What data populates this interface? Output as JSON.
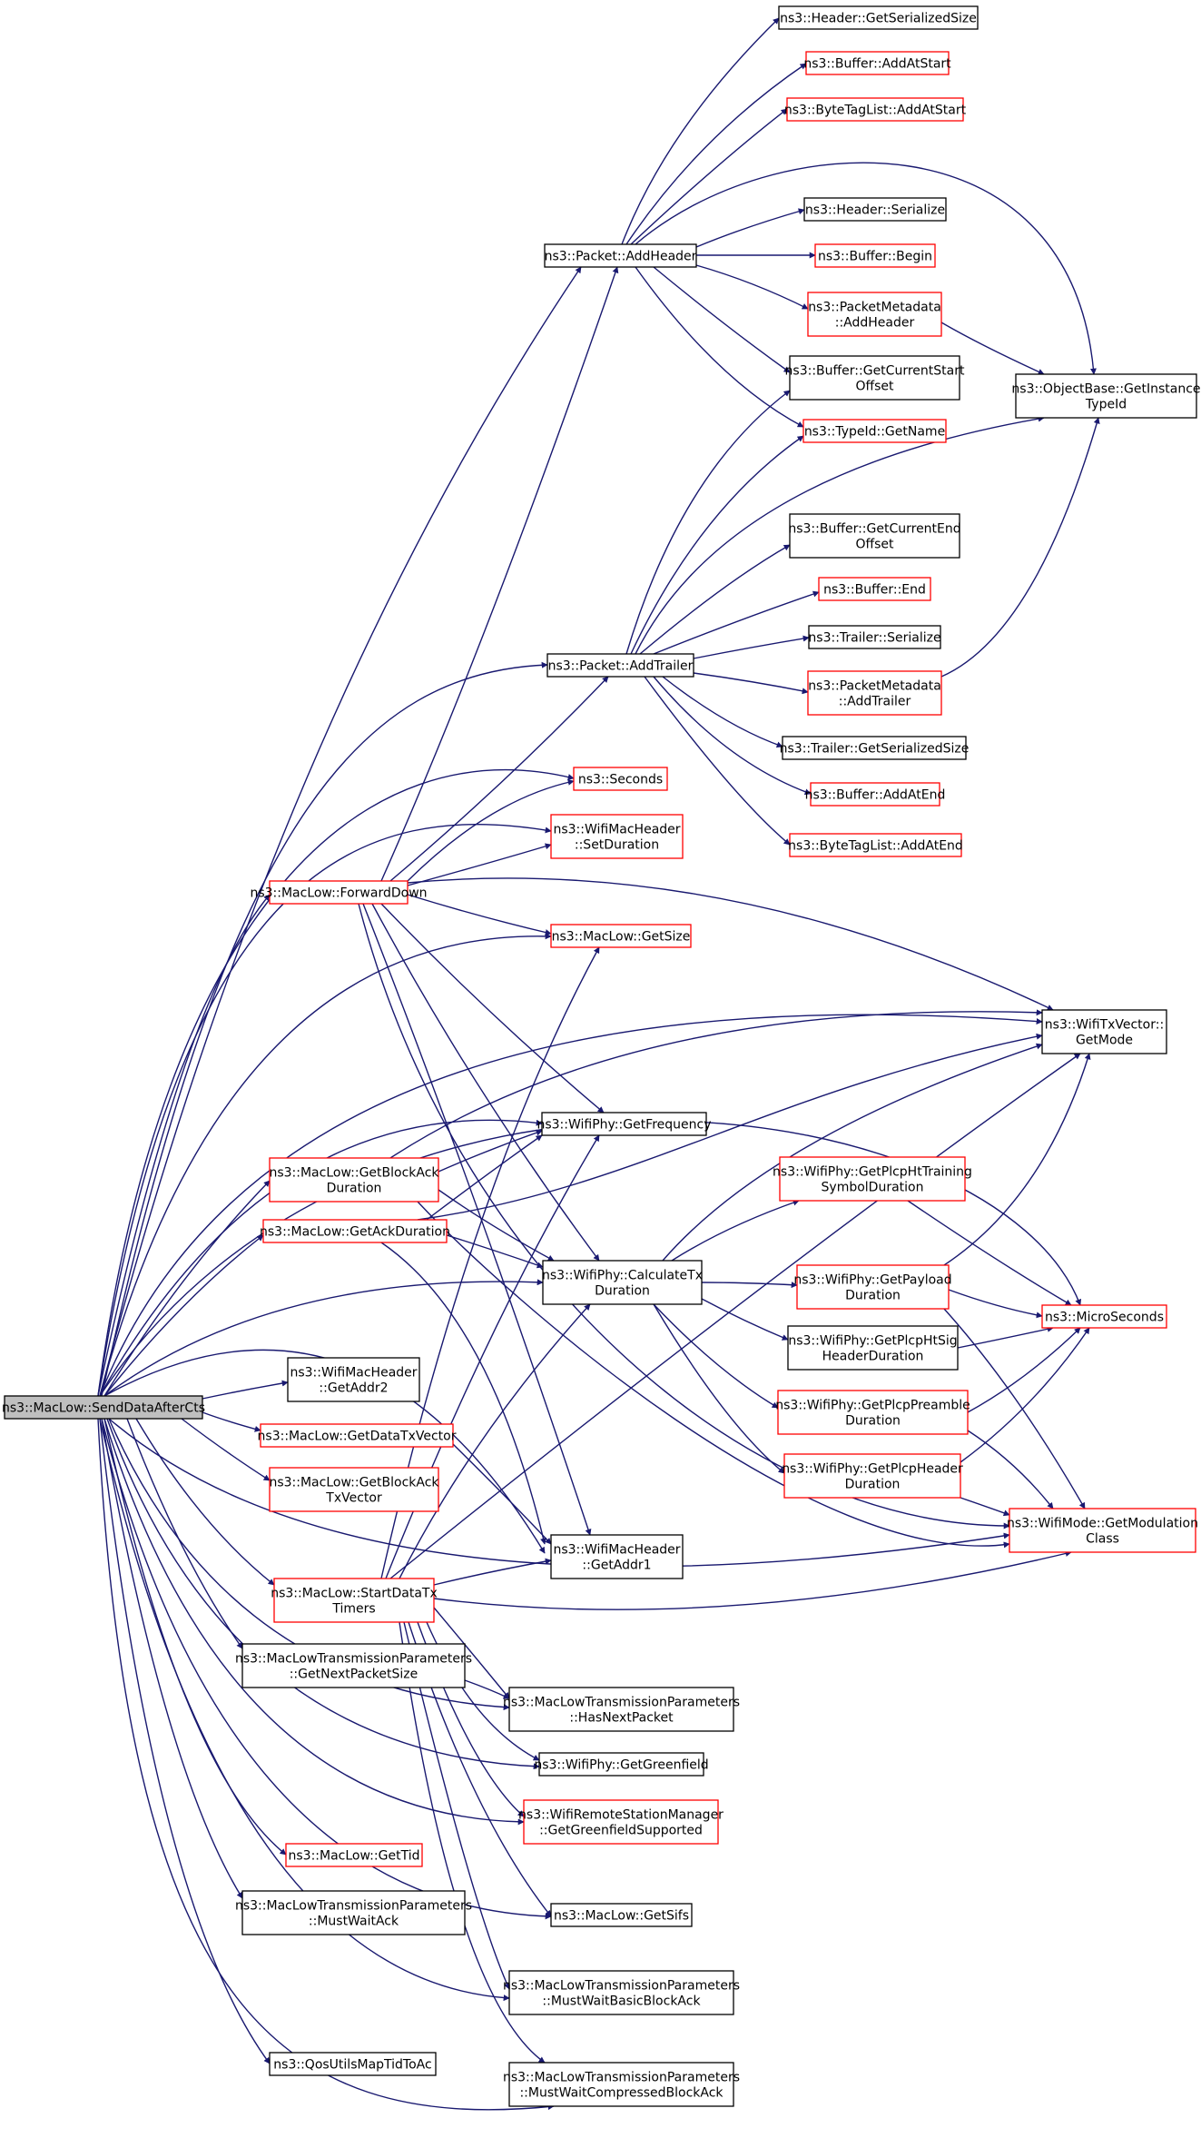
{
  "colors": {
    "edge": "#191970",
    "node_border_documented": "#000000",
    "node_border_undocumented": "#ff0000",
    "root_fill": "#bfbfbf",
    "node_fill": "#ffffff"
  },
  "nodes": {
    "root": {
      "lines": [
        "ns3::MacLow::SendDataAfterCts"
      ],
      "kind": "root"
    },
    "hdr_getser": {
      "lines": [
        "ns3::Header::GetSerializedSize"
      ],
      "kind": "black"
    },
    "buf_addstart": {
      "lines": [
        "ns3::Buffer::AddAtStart"
      ],
      "kind": "red"
    },
    "btl_addstart": {
      "lines": [
        "ns3::ByteTagList::AddAtStart"
      ],
      "kind": "red"
    },
    "hdr_ser": {
      "lines": [
        "ns3::Header::Serialize"
      ],
      "kind": "black"
    },
    "pkt_addheader": {
      "lines": [
        "ns3::Packet::AddHeader"
      ],
      "kind": "black"
    },
    "buf_begin": {
      "lines": [
        "ns3::Buffer::Begin"
      ],
      "kind": "red"
    },
    "pm_addheader": {
      "lines": [
        "ns3::PacketMetadata",
        "::AddHeader"
      ],
      "kind": "red"
    },
    "buf_curstart": {
      "lines": [
        "ns3::Buffer::GetCurrentStart",
        "Offset"
      ],
      "kind": "black"
    },
    "ob_getinst": {
      "lines": [
        "ns3::ObjectBase::GetInstance",
        "TypeId"
      ],
      "kind": "black"
    },
    "typeid_getname": {
      "lines": [
        "ns3::TypeId::GetName"
      ],
      "kind": "red"
    },
    "buf_curend": {
      "lines": [
        "ns3::Buffer::GetCurrentEnd",
        "Offset"
      ],
      "kind": "black"
    },
    "buf_end": {
      "lines": [
        "ns3::Buffer::End"
      ],
      "kind": "red"
    },
    "trl_ser": {
      "lines": [
        "ns3::Trailer::Serialize"
      ],
      "kind": "black"
    },
    "pkt_addtrailer": {
      "lines": [
        "ns3::Packet::AddTrailer"
      ],
      "kind": "black"
    },
    "pm_addtrailer": {
      "lines": [
        "ns3::PacketMetadata",
        "::AddTrailer"
      ],
      "kind": "red"
    },
    "trl_getser": {
      "lines": [
        "ns3::Trailer::GetSerializedSize"
      ],
      "kind": "black"
    },
    "buf_addend": {
      "lines": [
        "ns3::Buffer::AddAtEnd"
      ],
      "kind": "red"
    },
    "btl_addend": {
      "lines": [
        "ns3::ByteTagList::AddAtEnd"
      ],
      "kind": "red"
    },
    "seconds": {
      "lines": [
        "ns3::Seconds"
      ],
      "kind": "red"
    },
    "wmh_setdur": {
      "lines": [
        "ns3::WifiMacHeader",
        "::SetDuration"
      ],
      "kind": "red"
    },
    "ml_fwddown": {
      "lines": [
        "ns3::MacLow::ForwardDown"
      ],
      "kind": "red"
    },
    "ml_getsize": {
      "lines": [
        "ns3::MacLow::GetSize"
      ],
      "kind": "red"
    },
    "txv_getmode": {
      "lines": [
        "ns3::WifiTxVector::",
        "GetMode"
      ],
      "kind": "black"
    },
    "phy_getfreq": {
      "lines": [
        "ns3::WifiPhy::GetFrequency"
      ],
      "kind": "black"
    },
    "ml_getbadur": {
      "lines": [
        "ns3::MacLow::GetBlockAck",
        "Duration"
      ],
      "kind": "red"
    },
    "phy_htts": {
      "lines": [
        "ns3::WifiPhy::GetPlcpHtTraining",
        "SymbolDuration"
      ],
      "kind": "red"
    },
    "ml_getackdur": {
      "lines": [
        "ns3::MacLow::GetAckDuration"
      ],
      "kind": "red"
    },
    "phy_calctx": {
      "lines": [
        "ns3::WifiPhy::CalculateTx",
        "Duration"
      ],
      "kind": "black"
    },
    "phy_payload": {
      "lines": [
        "ns3::WifiPhy::GetPayload",
        "Duration"
      ],
      "kind": "red"
    },
    "microseconds": {
      "lines": [
        "ns3::MicroSeconds"
      ],
      "kind": "red"
    },
    "phy_htsig": {
      "lines": [
        "ns3::WifiPhy::GetPlcpHtSig",
        "HeaderDuration"
      ],
      "kind": "black"
    },
    "wmh_getaddr2": {
      "lines": [
        "ns3::WifiMacHeader",
        "::GetAddr2"
      ],
      "kind": "black"
    },
    "phy_preamble": {
      "lines": [
        "ns3::WifiPhy::GetPlcpPreamble",
        "Duration"
      ],
      "kind": "red"
    },
    "ml_getdatatxv": {
      "lines": [
        "ns3::MacLow::GetDataTxVector"
      ],
      "kind": "red"
    },
    "ml_getbatxv": {
      "lines": [
        "ns3::MacLow::GetBlockAck",
        "TxVector"
      ],
      "kind": "red"
    },
    "phy_plcphdr": {
      "lines": [
        "ns3::WifiPhy::GetPlcpHeader",
        "Duration"
      ],
      "kind": "red"
    },
    "wm_getmodcls": {
      "lines": [
        "ns3::WifiMode::GetModulation",
        "Class"
      ],
      "kind": "red"
    },
    "wmh_getaddr1": {
      "lines": [
        "ns3::WifiMacHeader",
        "::GetAddr1"
      ],
      "kind": "black"
    },
    "ml_starttimers": {
      "lines": [
        "ns3::MacLow::StartDataTx",
        "Timers"
      ],
      "kind": "red"
    },
    "mltp_nextsize": {
      "lines": [
        "ns3::MacLowTransmissionParameters",
        "::GetNextPacketSize"
      ],
      "kind": "black"
    },
    "mltp_hasnext": {
      "lines": [
        "ns3::MacLowTransmissionParameters",
        "::HasNextPacket"
      ],
      "kind": "black"
    },
    "phy_greenfield": {
      "lines": [
        "ns3::WifiPhy::GetGreenfield"
      ],
      "kind": "black"
    },
    "rsm_greenfield": {
      "lines": [
        "ns3::WifiRemoteStationManager",
        "::GetGreenfieldSupported"
      ],
      "kind": "red"
    },
    "ml_gettid": {
      "lines": [
        "ns3::MacLow::GetTid"
      ],
      "kind": "red"
    },
    "mltp_waitack": {
      "lines": [
        "ns3::MacLowTransmissionParameters",
        "::MustWaitAck"
      ],
      "kind": "black"
    },
    "ml_getsifs": {
      "lines": [
        "ns3::MacLow::GetSifs"
      ],
      "kind": "black"
    },
    "mltp_waitbasic": {
      "lines": [
        "ns3::MacLowTransmissionParameters",
        "::MustWaitBasicBlockAck"
      ],
      "kind": "black"
    },
    "qos_tid2ac": {
      "lines": [
        "ns3::QosUtilsMapTidToAc"
      ],
      "kind": "black"
    },
    "mltp_waitcomp": {
      "lines": [
        "ns3::MacLowTransmissionParameters",
        "::MustWaitCompressedBlockAck"
      ],
      "kind": "black"
    }
  }
}
